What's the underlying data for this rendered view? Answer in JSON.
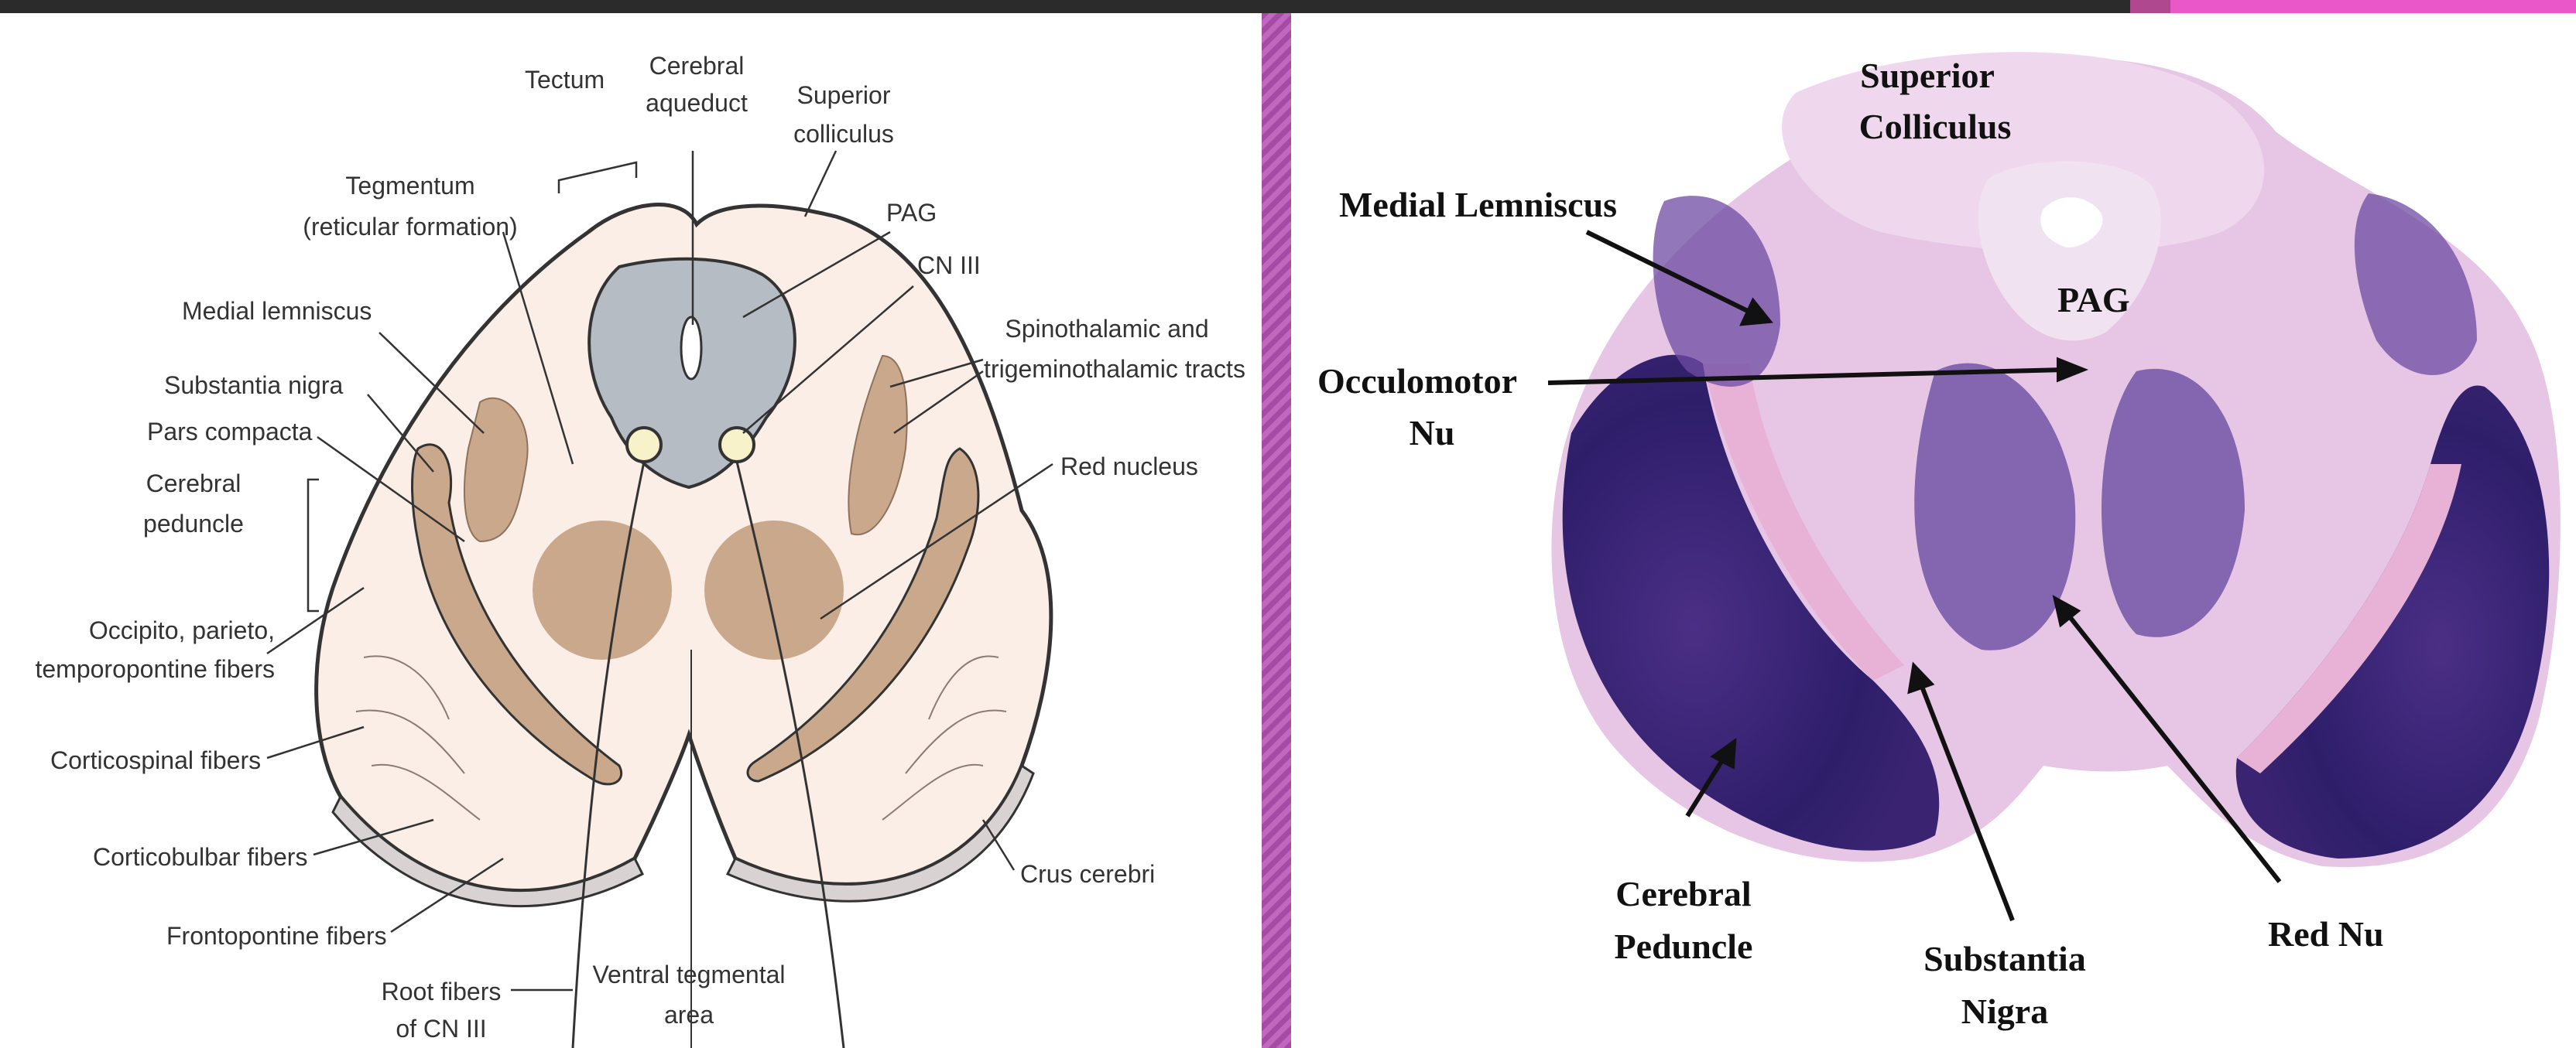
{
  "left_diagram": {
    "labels": {
      "tectum": "Tectum",
      "cerebral_aqueduct_1": "Cerebral",
      "cerebral_aqueduct_2": "aqueduct",
      "superior_colliculus_1": "Superior",
      "superior_colliculus_2": "colliculus",
      "tegmentum_1": "Tegmentum",
      "tegmentum_2": "(reticular formation)",
      "pag": "PAG",
      "cn3": "CN III",
      "medial_lemniscus": "Medial lemniscus",
      "spinothalamic_1": "Spinothalamic and",
      "spinothalamic_2": "trigeminothalamic tracts",
      "substantia_nigra": "Substantia nigra",
      "pars_compacta": "Pars compacta",
      "cerebral_peduncle_1": "Cerebral",
      "cerebral_peduncle_2": "peduncle",
      "red_nucleus": "Red nucleus",
      "occipito_1": "Occipito, parieto,",
      "occipito_2": "temporopontine fibers",
      "corticospinal": "Corticospinal fibers",
      "corticobulbar": "Corticobulbar fibers",
      "crus_cerebri": "Crus cerebri",
      "frontopontine": "Frontopontine fibers",
      "root_fibers_1": "Root fibers",
      "root_fibers_2": "of CN III",
      "vta_1": "Ventral tegmental",
      "vta_2": "area"
    },
    "colors": {
      "tissue": "#fbeee6",
      "gray_matter": "#b6bcc4",
      "tan_structures": "#c9a88c",
      "outline": "#333333"
    }
  },
  "right_section": {
    "labels": {
      "superior_colliculus_1": "Superior",
      "superior_colliculus_2": "Colliculus",
      "medial_lemniscus": "Medial Lemniscus",
      "pag": "PAG",
      "occulomotor_1": "Occulomotor",
      "occulomotor_2": "Nu",
      "cerebral_peduncle_1": "Cerebral",
      "cerebral_peduncle_2": "Peduncle",
      "substantia_nigra_1": "Substantia",
      "substantia_nigra_2": "Nigra",
      "red_nu": "Red Nu"
    },
    "colors": {
      "stain_dark": "#3a2472",
      "stain_light": "#e8c4e4",
      "stain_mid": "#c79bd0"
    }
  }
}
